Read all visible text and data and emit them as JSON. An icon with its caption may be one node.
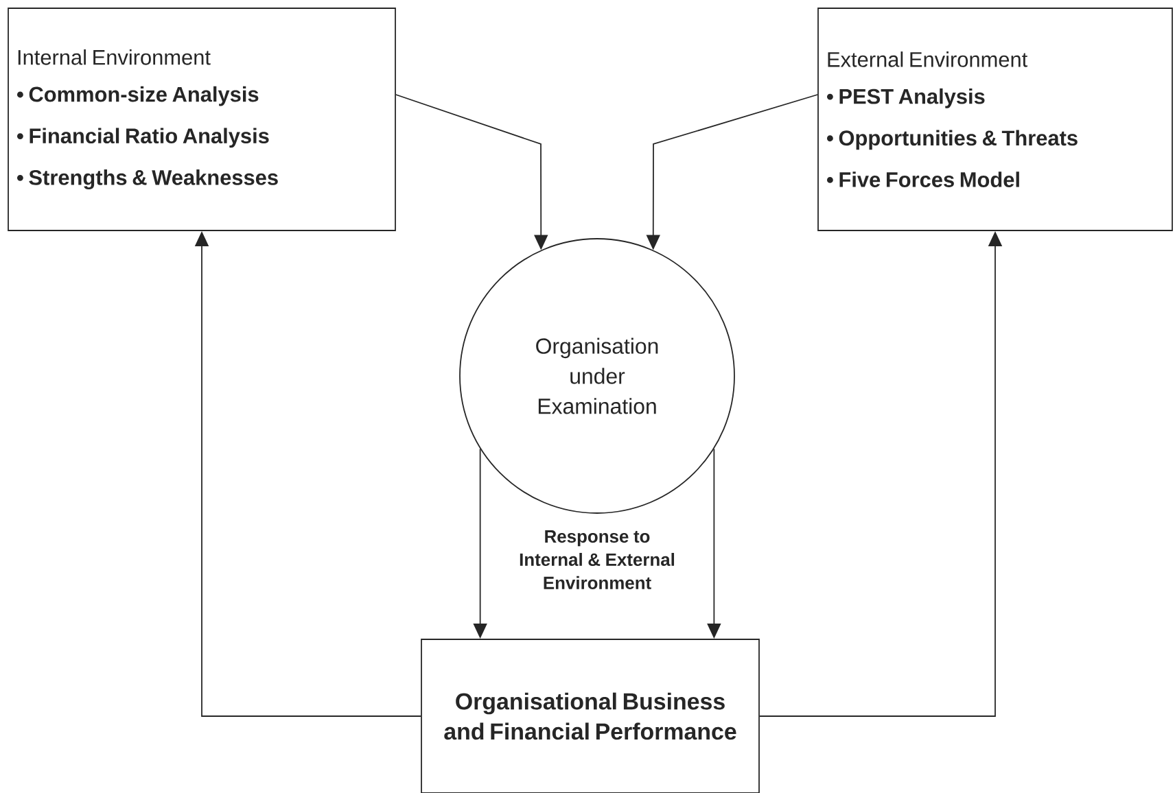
{
  "diagram": {
    "nodes": [
      {
        "text": [
          "Internal Environment",
          "• Common-size Analysis",
          "• Financial Ratio Analysis",
          "• Strengths & Weaknesses"
        ]
      },
      {
        "text": [
          "External Environment",
          "• PEST Analysis",
          "• Opportunities & Threats",
          "• Five Forces Model"
        ]
      },
      {
        "text": [
          "Organisation under Examination"
        ]
      },
      {
        "text": [
          "Organisational Business and Financial Performance"
        ]
      }
    ],
    "edges": [
      {
        "from": 0,
        "to": 2,
        "arrow": "to"
      },
      {
        "from": 1,
        "to": 2,
        "arrow": "to"
      },
      {
        "from": 2,
        "to": 3,
        "arrow": "to"
      },
      {
        "from": 2,
        "to": 3,
        "arrow": "to"
      },
      {
        "from": 3,
        "to": 0,
        "arrow": "to"
      },
      {
        "from": 3,
        "to": 1,
        "arrow": "to"
      }
    ],
    "labels": [
      "Response to Internal & External Environment"
    ]
  }
}
